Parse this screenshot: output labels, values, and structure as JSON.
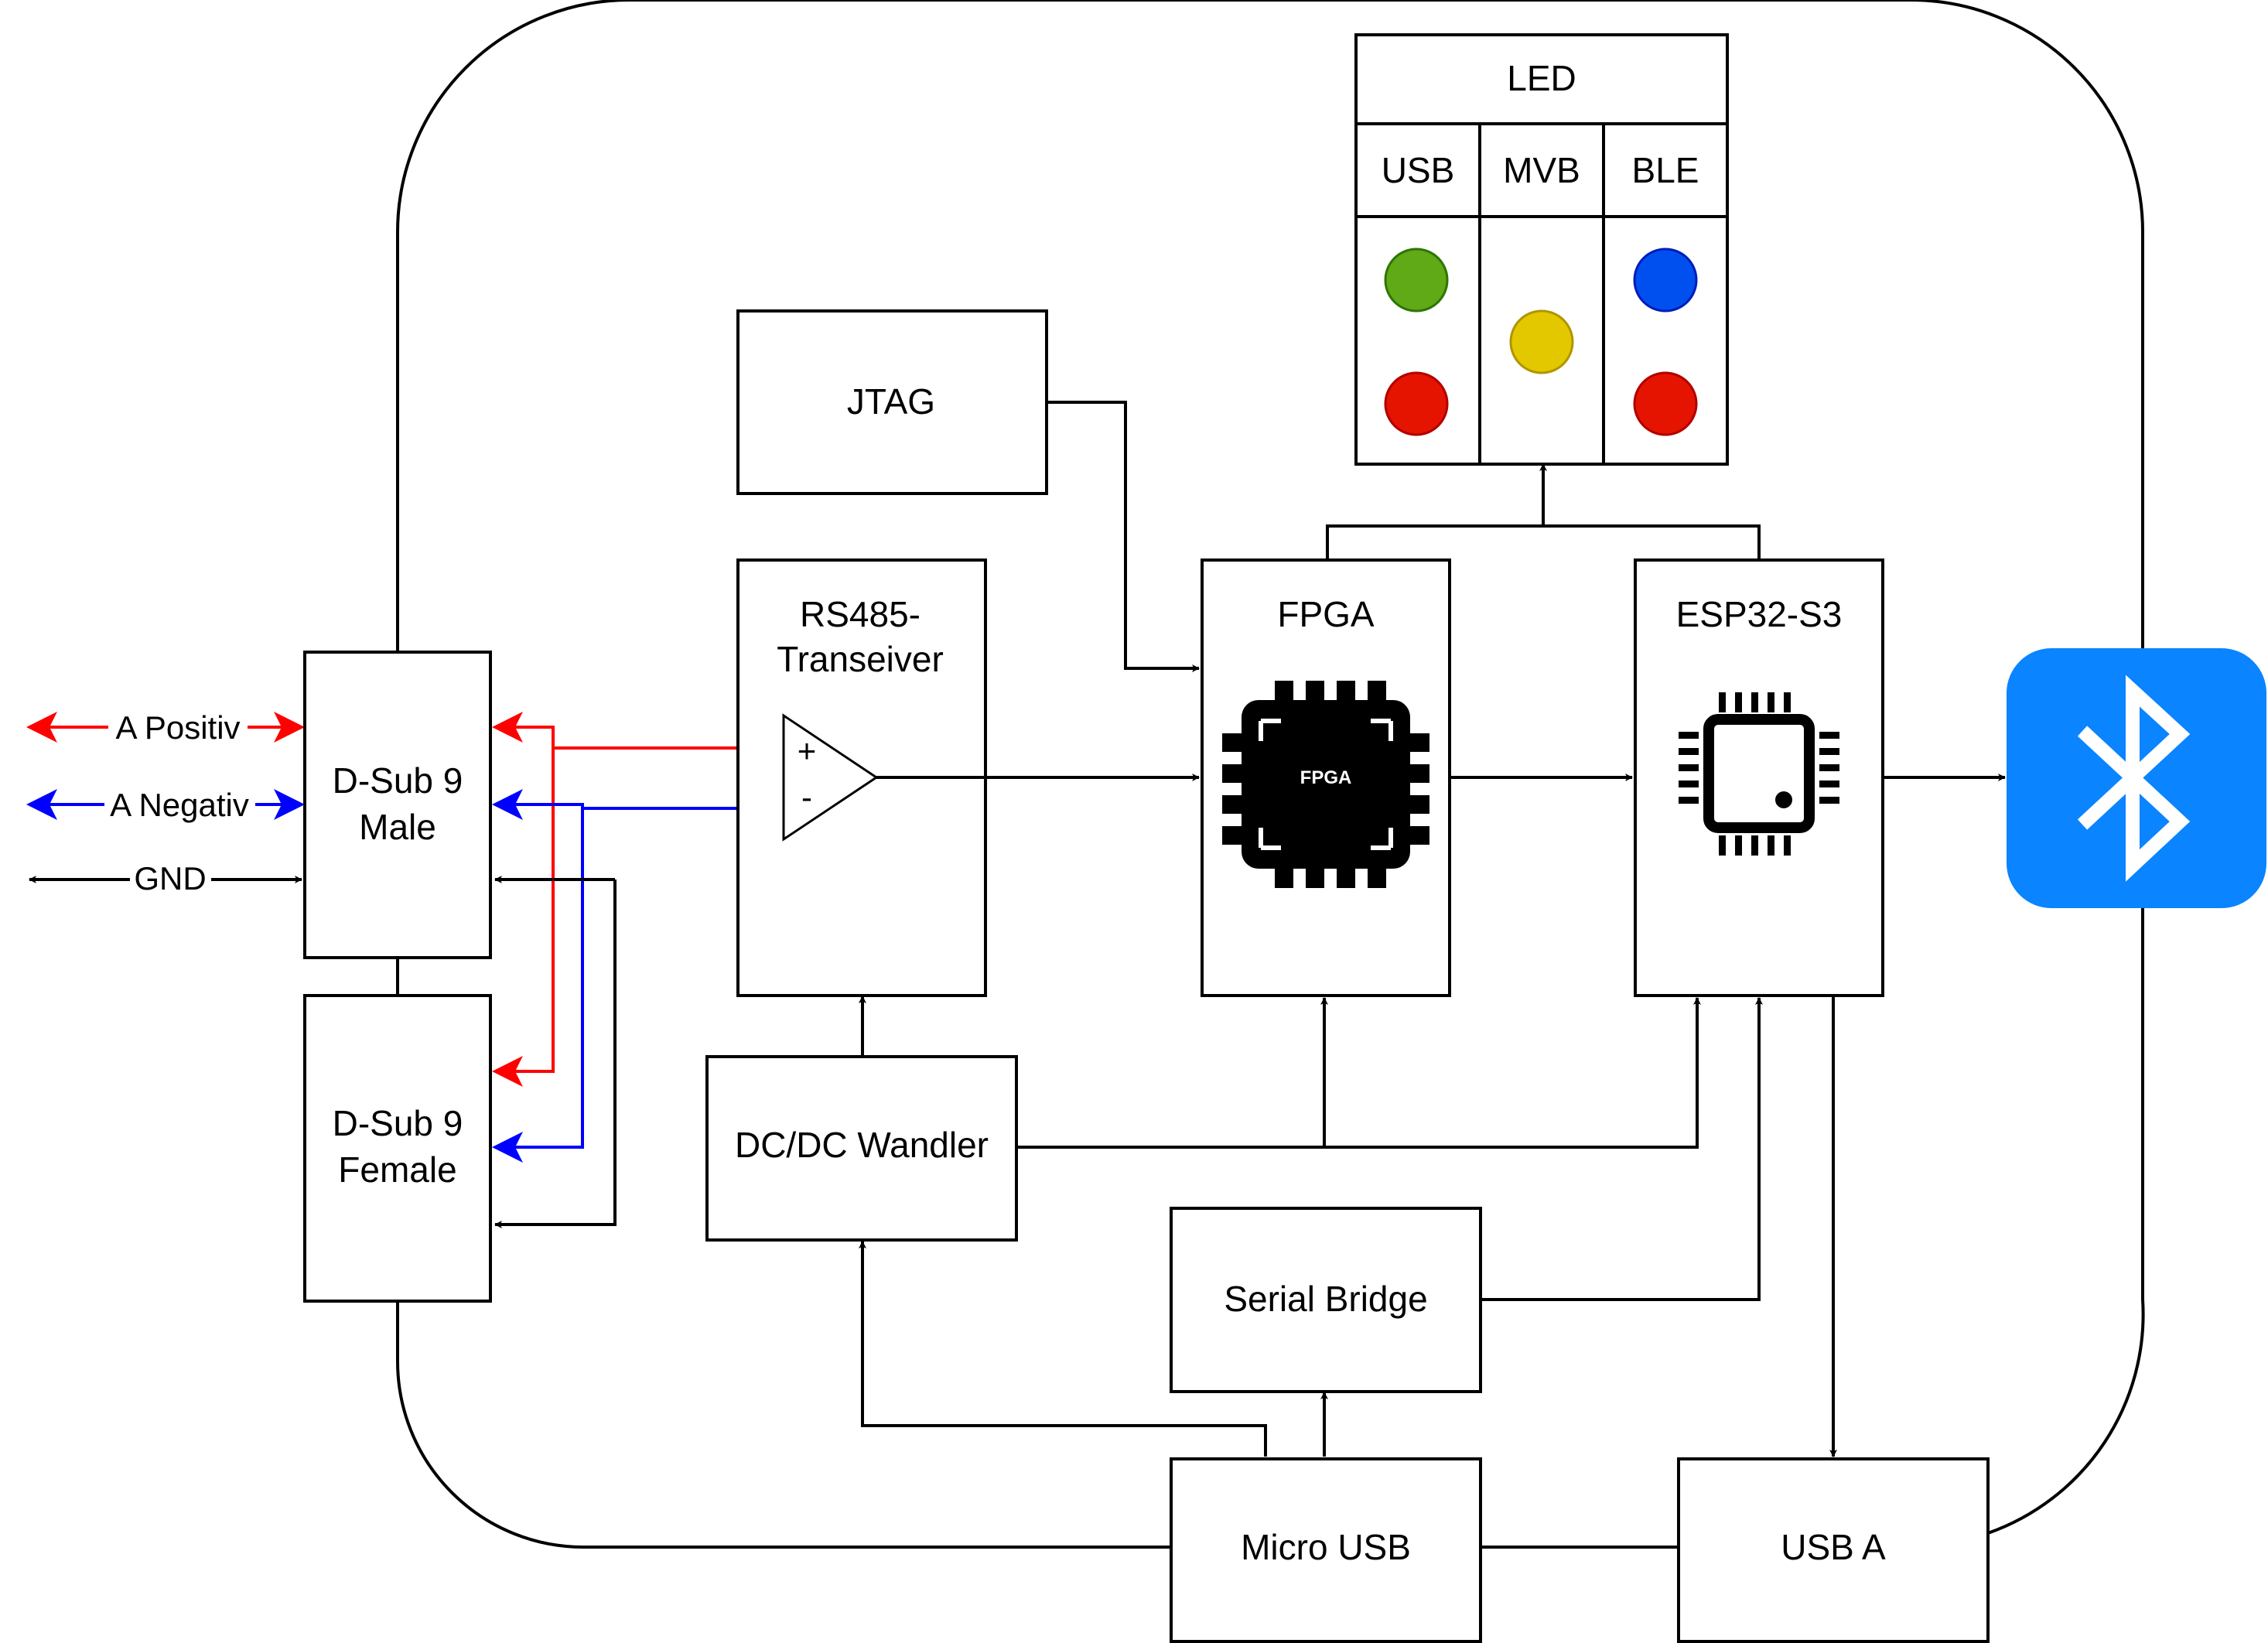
{
  "blocks": {
    "jtag": "JTAG",
    "rs485": [
      "RS485-",
      "Transeiver"
    ],
    "fpga": "FPGA",
    "fpga_chip": "FPGA",
    "esp32": "ESP32-S3",
    "dcdc": "DC/DC Wandler",
    "serial_bridge": "Serial Bridge",
    "micro_usb": "Micro USB",
    "usb_a": "USB A",
    "dsub_male": [
      "D-Sub 9",
      "Male"
    ],
    "dsub_female": [
      "D-Sub 9",
      "Female"
    ]
  },
  "led_table": {
    "title": "LED",
    "columns": [
      "USB",
      "MVB",
      "BLE"
    ]
  },
  "opamp": {
    "plus": "+",
    "minus": "-"
  },
  "signals": {
    "a_positiv": "A Positiv",
    "a_negativ": "A Negativ",
    "gnd": "GND"
  },
  "colors": {
    "red": "#ff0000",
    "blue": "#0000ff",
    "led_green": "#60a917",
    "led_red": "#e51400",
    "led_yellow": "#e3c800",
    "led_blue": "#0050ef",
    "bluetooth": "#0a84ff"
  },
  "icons": [
    "opamp-icon",
    "fpga-chip-icon",
    "microcontroller-icon",
    "bluetooth-icon"
  ]
}
